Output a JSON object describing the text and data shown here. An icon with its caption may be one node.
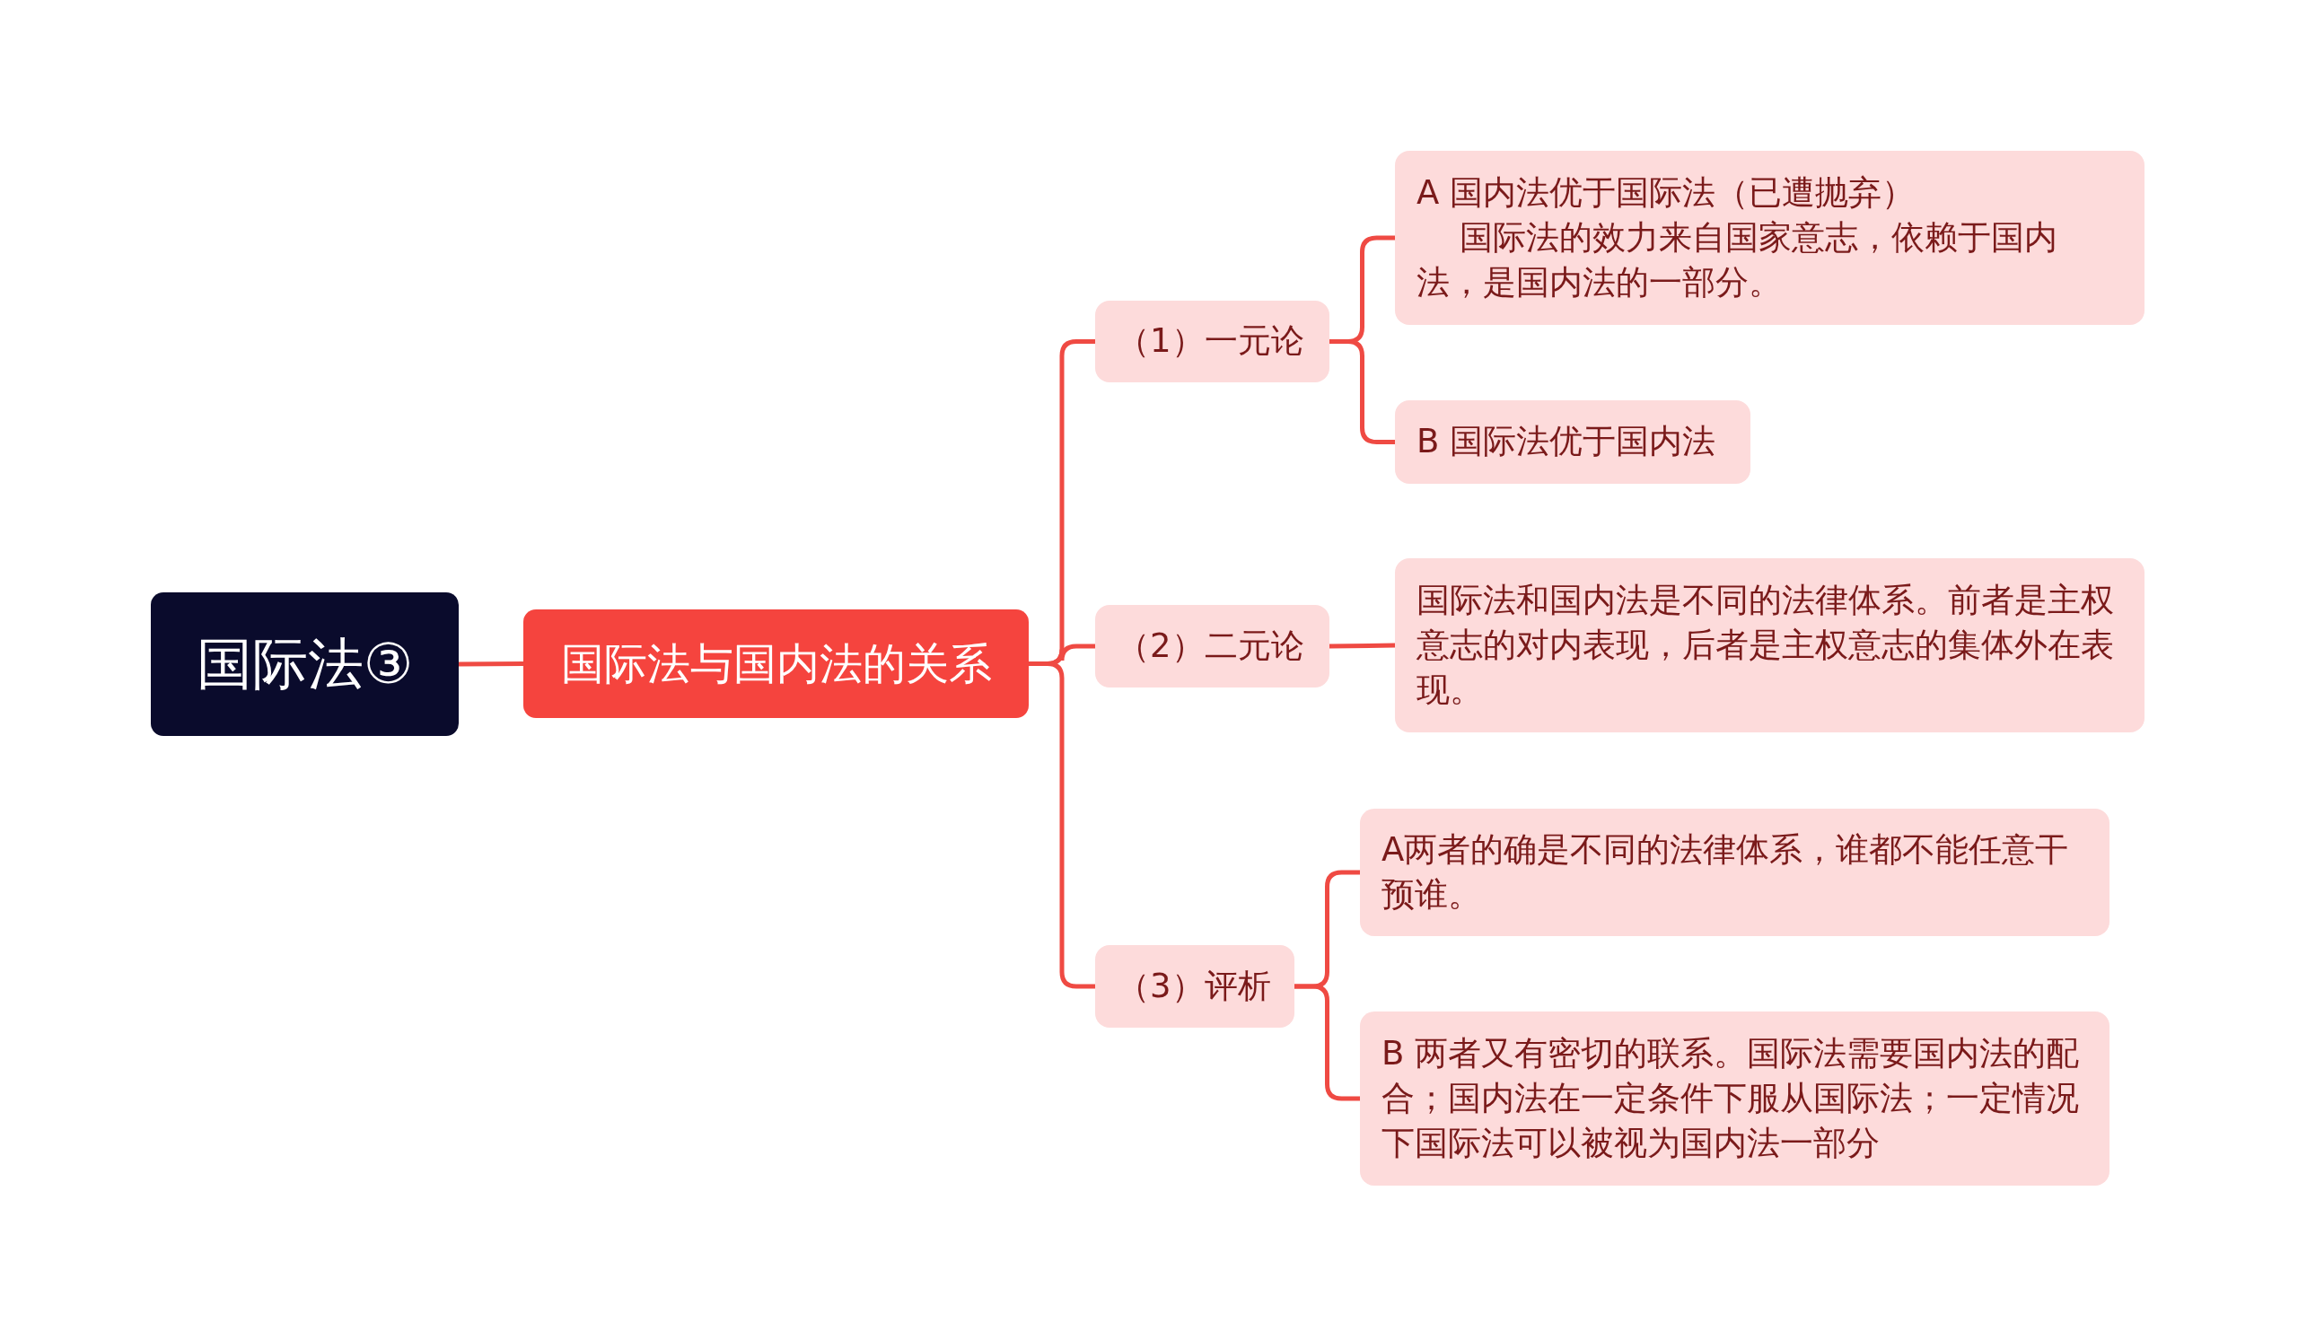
{
  "diagram": {
    "nodes": [
      {
        "text": [
          "国际法③"
        ]
      },
      {
        "text": [
          "国际法与国内法的关系"
        ]
      },
      {
        "text": [
          "（1）一元论"
        ]
      },
      {
        "text": [
          "A 国内法优于国际法（已遭抛弃）",
          "国际法的效力来自国家意志，依赖于国内法，是国内法的一部分。"
        ]
      },
      {
        "text": [
          "B 国际法优于国内法"
        ]
      },
      {
        "text": [
          "（2）二元论"
        ]
      },
      {
        "text": [
          "国际法和国内法是不同的法律体系。前者是主权意志的对内表现，后者是主权意志的集体外在表现。"
        ]
      },
      {
        "text": [
          "（3）评析"
        ]
      },
      {
        "text": [
          "A两者的确是不同的法律体系，谁都不能任意干预谁。"
        ]
      },
      {
        "text": [
          "B 两者又有密切的联系。国际法需要国内法的配合；国内法在一定条件下服从国际法；一定情况下国际法可以被视为国内法一部分"
        ]
      }
    ],
    "edges": [
      {
        "from": 0,
        "to": 1,
        "arrow": "none"
      },
      {
        "from": 1,
        "to": 2,
        "arrow": "none"
      },
      {
        "from": 2,
        "to": 3,
        "arrow": "none"
      },
      {
        "from": 2,
        "to": 4,
        "arrow": "none"
      },
      {
        "from": 1,
        "to": 5,
        "arrow": "none"
      },
      {
        "from": 5,
        "to": 6,
        "arrow": "none"
      },
      {
        "from": 1,
        "to": 7,
        "arrow": "none"
      },
      {
        "from": 7,
        "to": 8,
        "arrow": "none"
      },
      {
        "from": 7,
        "to": 9,
        "arrow": "none"
      }
    ]
  }
}
